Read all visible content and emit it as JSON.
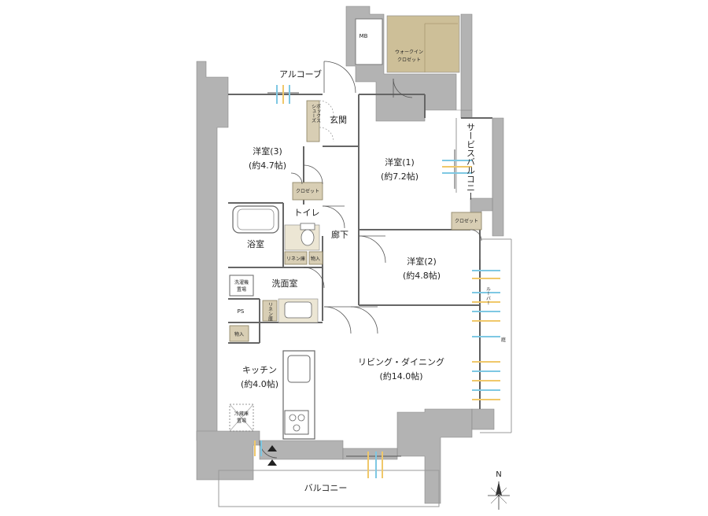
{
  "rooms": {
    "alcove": "アルコーブ",
    "entrance": "玄関",
    "shoes_box": "シューズボックス",
    "mb": "MB",
    "walk_in_closet": "ウォークイン\nクロゼット",
    "western1": "洋室(1)",
    "western1_size": "(約7.2帖)",
    "western2": "洋室(2)",
    "western2_size": "(約4.8帖)",
    "western3": "洋室(3)",
    "western3_size": "(約4.7帖)",
    "service_balcony": "サービスバルコニー",
    "closet": "クロゼット",
    "toilet": "トイレ",
    "bathroom": "浴室",
    "corridor": "廊下",
    "linen": "リネン庫",
    "storage": "物入",
    "washroom": "洗面室",
    "washer_space": "洗濯機\n置場",
    "ps": "PS",
    "kitchen": "キッチン",
    "kitchen_size": "(約4.0帖)",
    "living_dining": "リビング・ダイニング",
    "living_dining_size": "(約14.0帖)",
    "fridge_space": "冷蔵庫\n置場",
    "balcony": "バルコニー",
    "garden": "庭",
    "louver": "ルーバー"
  },
  "compass": {
    "north": "N"
  },
  "colors": {
    "wall": "#b3b3b3",
    "storage_fill": "#d8ceb4",
    "wic_fill": "#cdbf98",
    "arrow_blue": "#7ec8e3",
    "arrow_yellow": "#f0c86a",
    "line": "#555555"
  }
}
